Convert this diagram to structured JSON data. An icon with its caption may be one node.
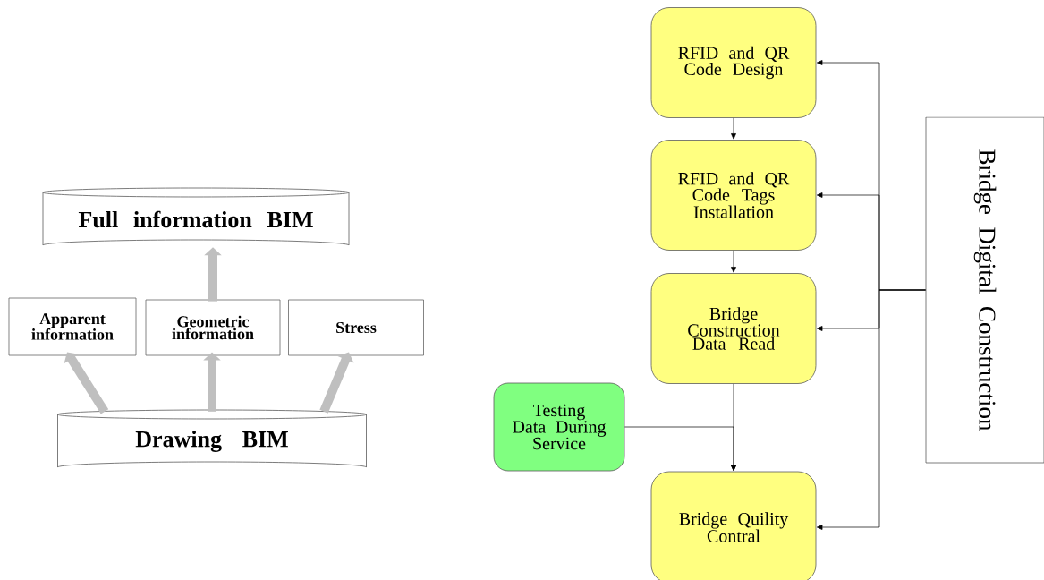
{
  "diagram": {
    "nodes": [
      {
        "text": [
          "Full information BIM"
        ]
      },
      {
        "text": [
          "Apparent information"
        ]
      },
      {
        "text": [
          "Geometric information"
        ]
      },
      {
        "text": [
          "Stress"
        ]
      },
      {
        "text": [
          "Drawing BIM"
        ]
      },
      {
        "text": [
          "RFID and QR Code Design"
        ]
      },
      {
        "text": [
          "RFID and QR Code Tags Installation"
        ]
      },
      {
        "text": [
          "Bridge Construction Data Read"
        ]
      },
      {
        "text": [
          "Testing Data During Service"
        ]
      },
      {
        "text": [
          "Bridge Quility Contral"
        ]
      },
      {
        "text": [
          "Bridge Digital Construction"
        ]
      }
    ],
    "edges": [
      {
        "from": 4,
        "to": 1,
        "arrow": "to",
        "style": "thick",
        "color": "#bfbfbf"
      },
      {
        "from": 4,
        "to": 2,
        "arrow": "to",
        "style": "thick",
        "color": "#bfbfbf"
      },
      {
        "from": 4,
        "to": 3,
        "arrow": "to",
        "style": "thick",
        "color": "#bfbfbf"
      },
      {
        "from": 2,
        "to": 0,
        "arrow": "to",
        "style": "thick",
        "color": "#bfbfbf"
      },
      {
        "from": 5,
        "to": 6,
        "arrow": "to"
      },
      {
        "from": 6,
        "to": 7,
        "arrow": "to"
      },
      {
        "from": 7,
        "to": 9,
        "arrow": "to"
      },
      {
        "from": 8,
        "to": 9,
        "arrow": "to"
      },
      {
        "from": 10,
        "to": 5,
        "arrow": "to"
      },
      {
        "from": 10,
        "to": 6,
        "arrow": "to"
      },
      {
        "from": 10,
        "to": 7,
        "arrow": "to"
      },
      {
        "from": 10,
        "to": 9,
        "arrow": "to"
      }
    ]
  }
}
